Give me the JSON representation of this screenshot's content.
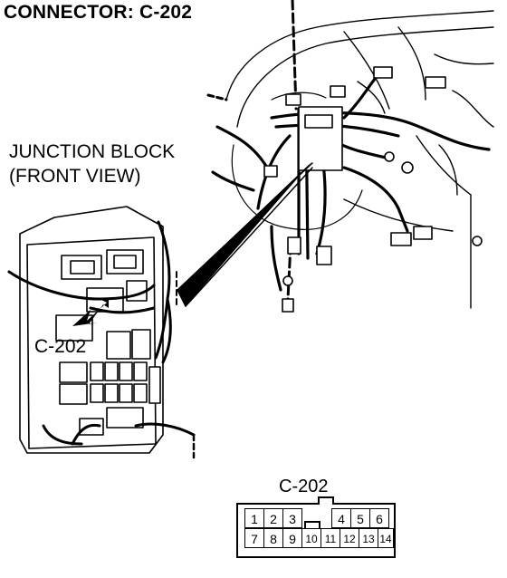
{
  "header": {
    "title": "CONNECTOR: C-202"
  },
  "labels": {
    "junction_block_line1": "JUNCTION BLOCK",
    "junction_block_line2": "(FRONT VIEW)",
    "callout": "C-202"
  },
  "connector": {
    "name": "C-202",
    "top_row": [
      "1",
      "2",
      "3",
      "",
      "4",
      "5",
      "6"
    ],
    "bottom_row": [
      "7",
      "8",
      "9",
      "10",
      "11",
      "12",
      "13",
      "14"
    ]
  }
}
